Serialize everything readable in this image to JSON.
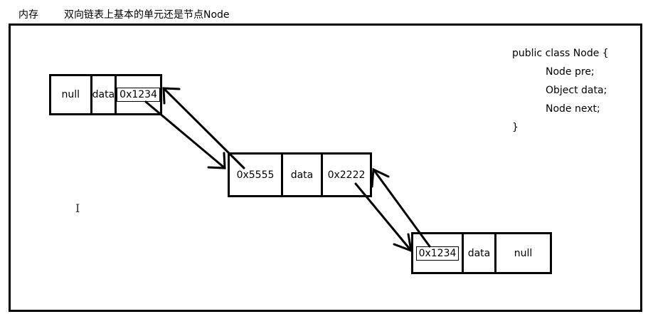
{
  "header": {
    "tab": "内存",
    "title": "双向链表上基本的单元还是节点Node"
  },
  "nodes": [
    {
      "pre": "null",
      "data": "data",
      "next": "0x1234"
    },
    {
      "pre": "0x5555",
      "data": "data",
      "next": "0x2222"
    },
    {
      "pre": "0x1234",
      "data": "data",
      "next": "null"
    }
  ],
  "code": {
    "line1": "public class Node {",
    "line2": "Node pre;",
    "line3": "Object data;",
    "line4": "Node next;",
    "line5": "}"
  },
  "cursor": "I"
}
